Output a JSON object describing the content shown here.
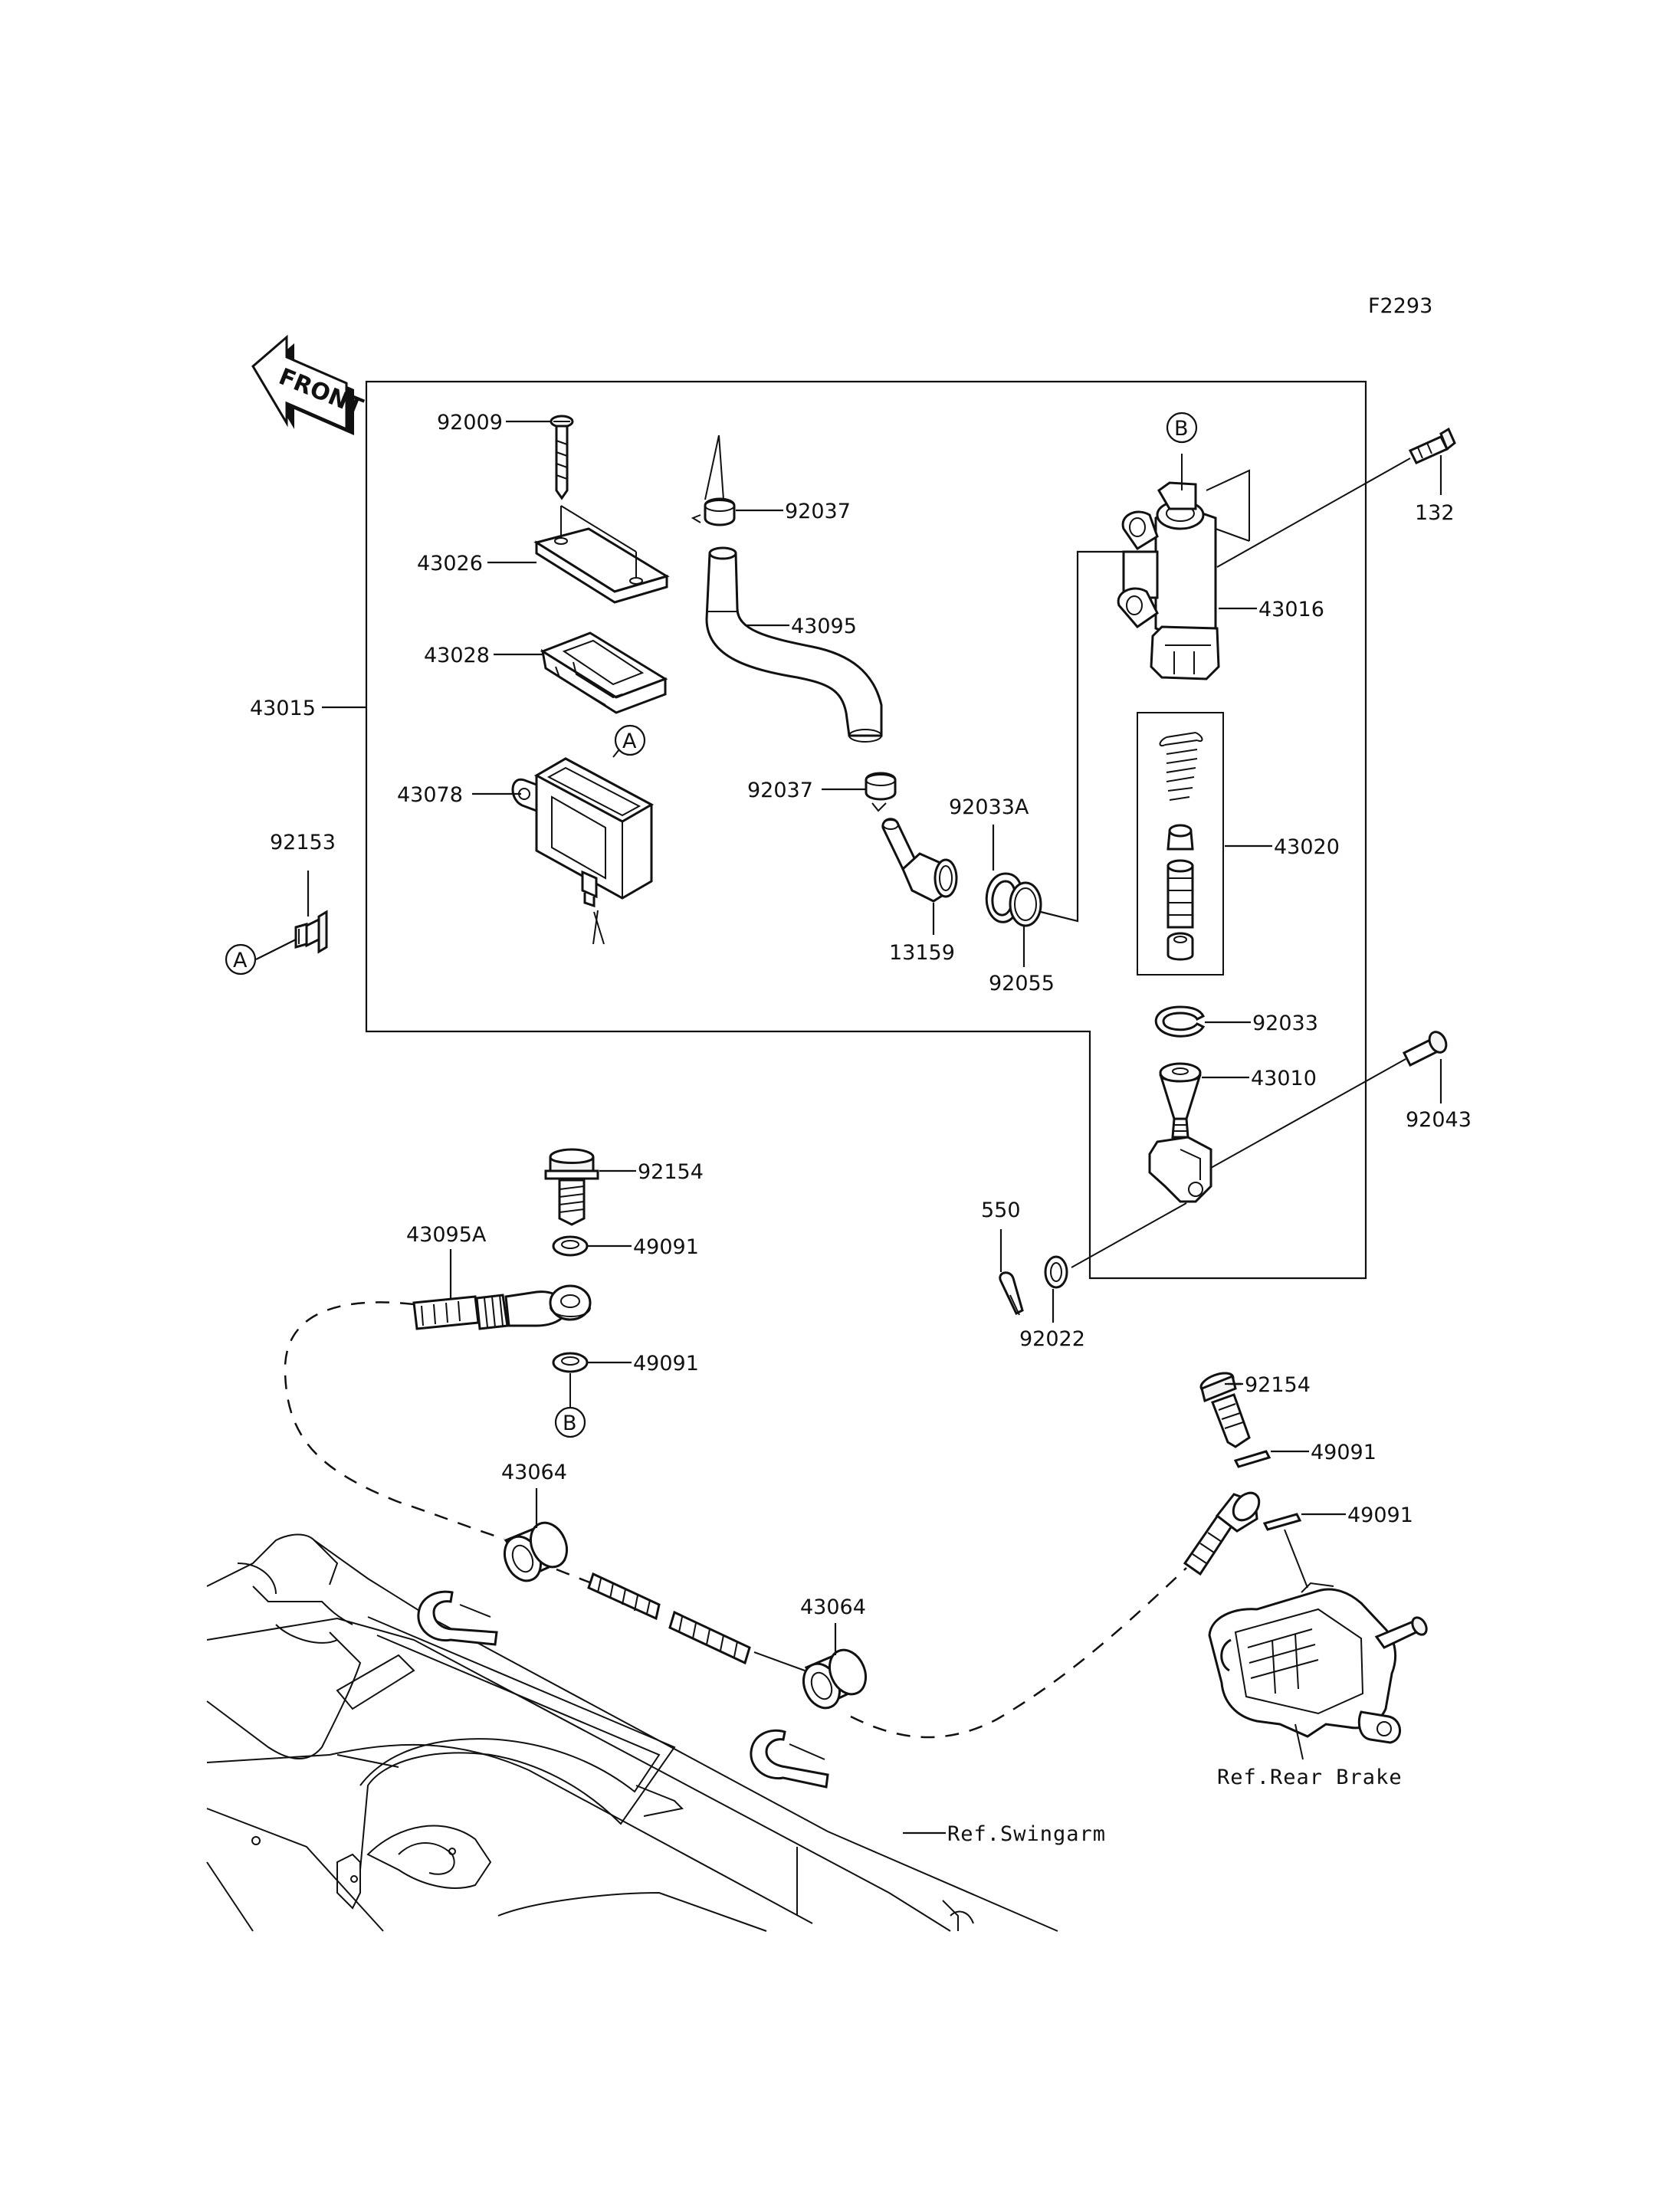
{
  "figure_code": "F2293",
  "front_label": "FRONT",
  "callouts": {
    "A": "A",
    "B": "B"
  },
  "parts": {
    "p92009": "92009",
    "p43026": "43026",
    "p43028": "43028",
    "p43015": "43015",
    "p43078": "43078",
    "p92153": "92153",
    "p92037_top": "92037",
    "p43095": "43095",
    "p92037_bottom": "92037",
    "p92033A": "92033A",
    "p13159": "13159",
    "p92055": "92055",
    "p132": "132",
    "p43016": "43016",
    "p43020": "43020",
    "p92033": "92033",
    "p43010": "43010",
    "p92043": "92043",
    "p550": "550",
    "p92022": "92022",
    "p92154_top": "92154",
    "p49091_upper": "49091",
    "p43095A": "43095A",
    "p49091_lower": "49091",
    "p43064_left": "43064",
    "p43064_right": "43064",
    "p92154_right": "92154",
    "p49091_right1": "49091",
    "p49091_right2": "49091"
  },
  "references": {
    "rear_brake": "Ref.Rear Brake",
    "swingarm": "Ref.Swingarm"
  }
}
